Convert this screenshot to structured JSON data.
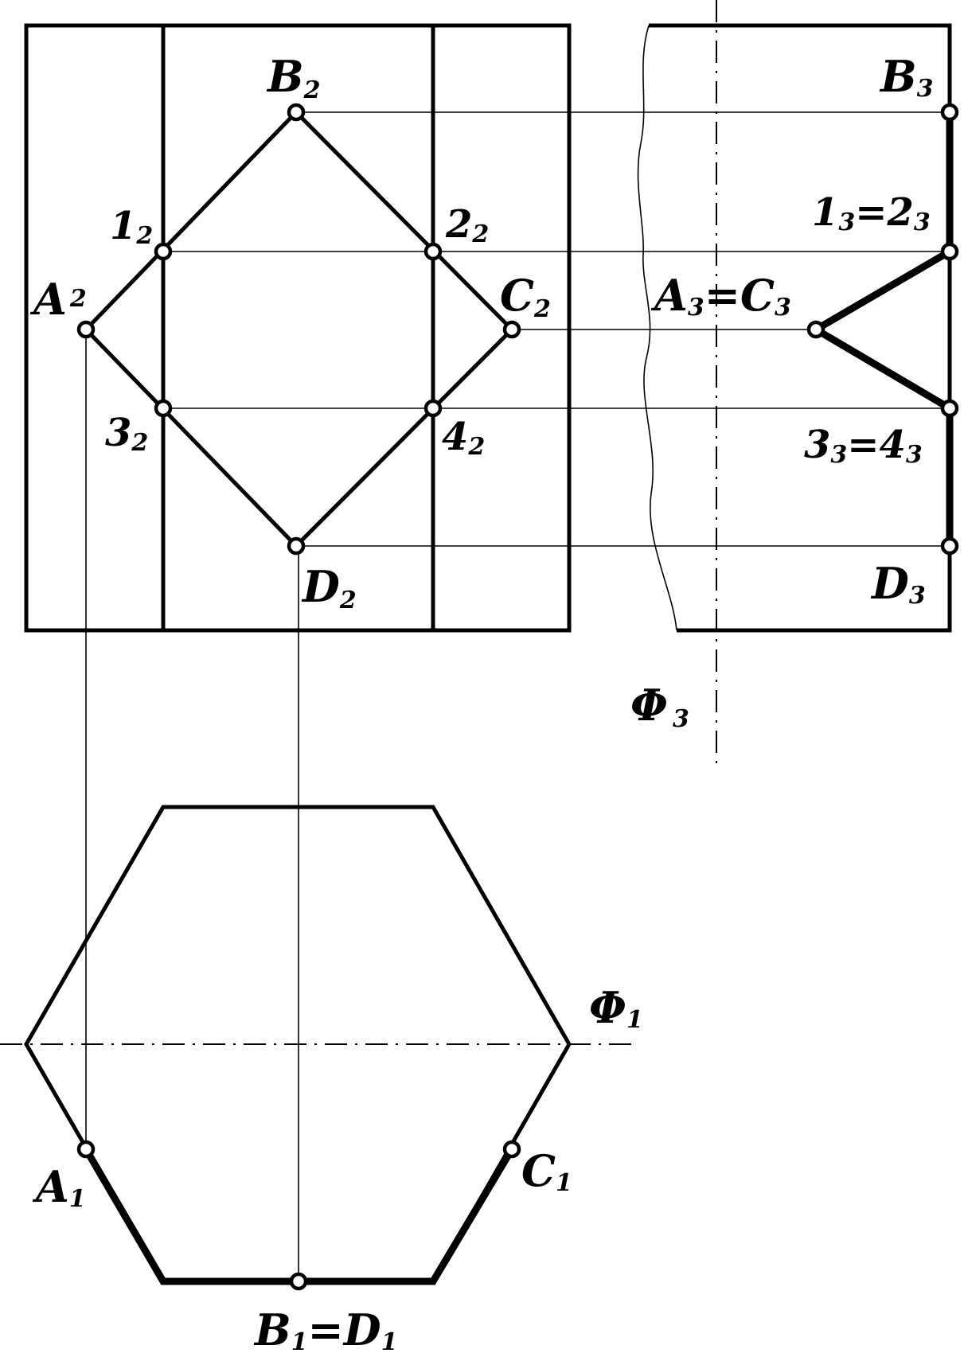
{
  "labels": {
    "b2": {
      "main": "B",
      "sub": "2"
    },
    "p12": {
      "main": "1",
      "sub": "2"
    },
    "p22": {
      "main": "2",
      "sub": "2"
    },
    "a2": {
      "main": "A",
      "sub": "2"
    },
    "c2": {
      "main": "C",
      "sub": "2"
    },
    "p32": {
      "main": "3",
      "sub": "2"
    },
    "p42": {
      "main": "4",
      "sub": "2"
    },
    "d2": {
      "main": "D",
      "sub": "2"
    },
    "b3": {
      "main": "B",
      "sub": "3"
    },
    "p13_23": {
      "a": "1",
      "a_sub": "3",
      "eq": "=",
      "b": "2",
      "b_sub": "3"
    },
    "a3_c3": {
      "a": "A",
      "a_sub": "3",
      "eq": "=",
      "b": "C",
      "b_sub": "3"
    },
    "p33_43": {
      "a": "3",
      "a_sub": "3",
      "eq": "=",
      "b": "4",
      "b_sub": "3"
    },
    "d3": {
      "main": "D",
      "sub": "3"
    },
    "phi3": {
      "main": "Φ",
      "sub": "3"
    },
    "phi1": {
      "main": "Φ",
      "sub": "1"
    },
    "a1": {
      "main": "A",
      "sub": "1"
    },
    "c1": {
      "main": "C",
      "sub": "1"
    },
    "b1_d1": {
      "a": "B",
      "a_sub": "1",
      "eq": "=",
      "b": "D",
      "b_sub": "1"
    }
  }
}
